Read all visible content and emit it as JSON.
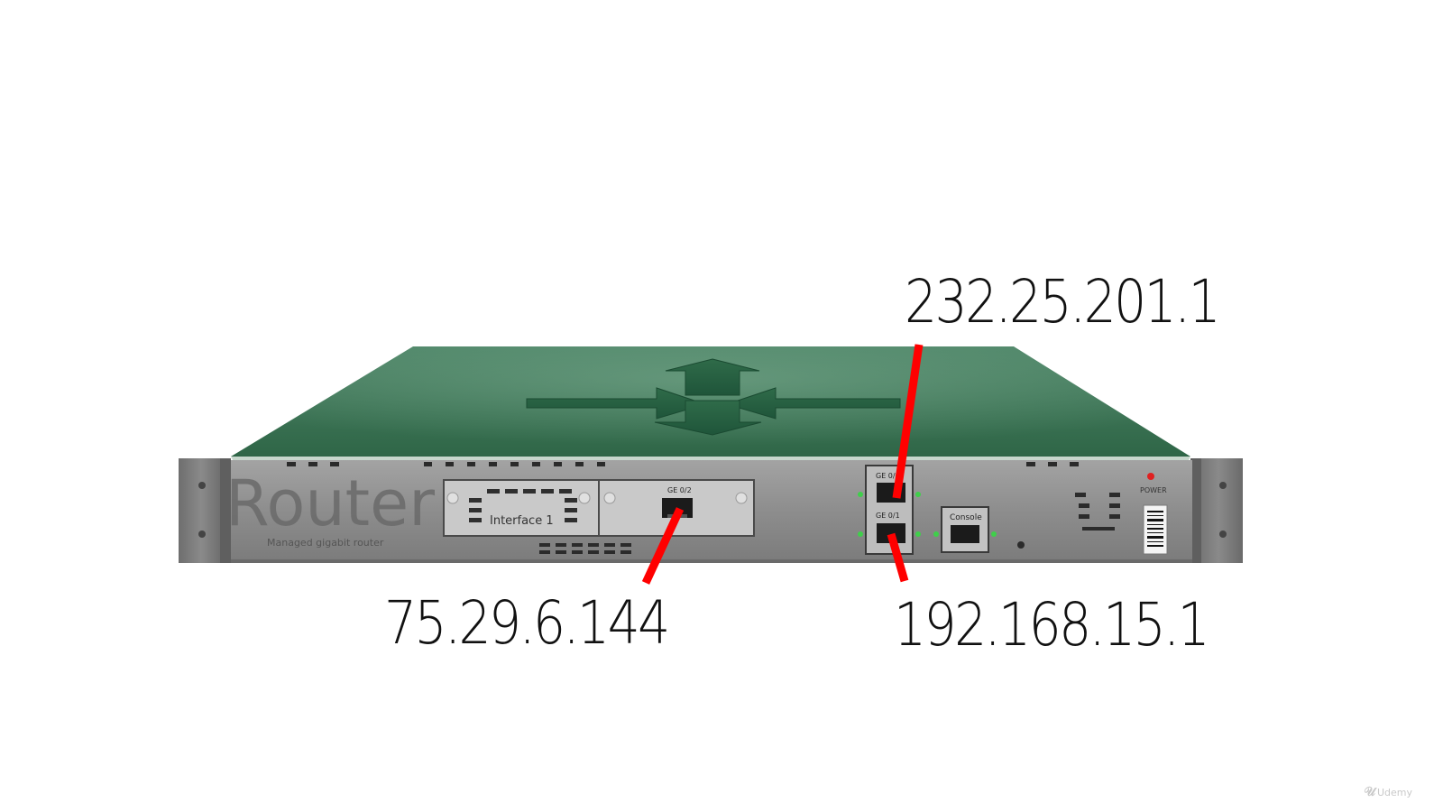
{
  "device": {
    "brand": "Router",
    "subtitle": "Managed gigabit router",
    "module_label": "Interface 1",
    "ports": {
      "ge02": "GE 0/2",
      "ge00": "GE 0/0",
      "ge01": "GE 0/1",
      "console": "Console"
    },
    "power_label": "POWER"
  },
  "addresses": {
    "top": "232.25.201.1",
    "left": "75.29.6.144",
    "right": "192.168.15.1"
  },
  "colors": {
    "lid": "#3f7658",
    "chassis": "#8d8d8d",
    "cable": "#ff0000",
    "led": "#3fcf4a"
  },
  "watermark": "Udemy"
}
